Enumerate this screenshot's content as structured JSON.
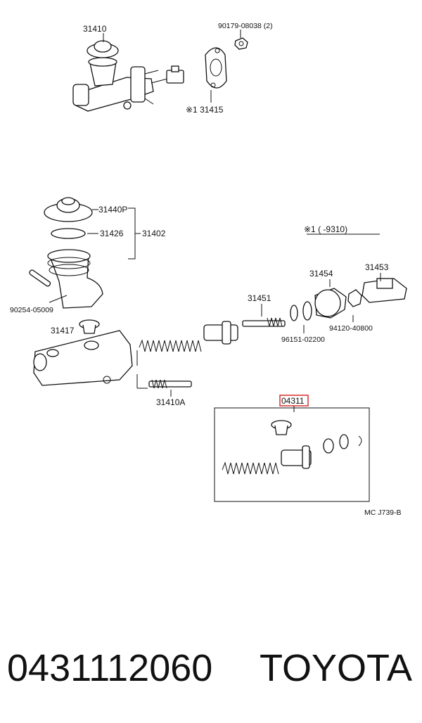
{
  "diagram": {
    "labels": {
      "l31410": "31410",
      "l90179": "90179-08038 (2)",
      "l31415": "※1 31415",
      "l31440p": "31440P",
      "l31426": "31426",
      "l31402": "31402",
      "l90254": "90254-05009",
      "l31417": "31417",
      "l31451": "31451",
      "l31454": "31454",
      "l31453": "31453",
      "l96151": "96151-02200",
      "l94120": "94120-40800",
      "l31410a": "31410A",
      "l04311": "04311",
      "note": "※1 (       -9310)",
      "code": "MC J739-B"
    },
    "highlight_color": "#d62020"
  },
  "footer": {
    "part_number": "0431112060",
    "brand": "TOYOTA"
  }
}
